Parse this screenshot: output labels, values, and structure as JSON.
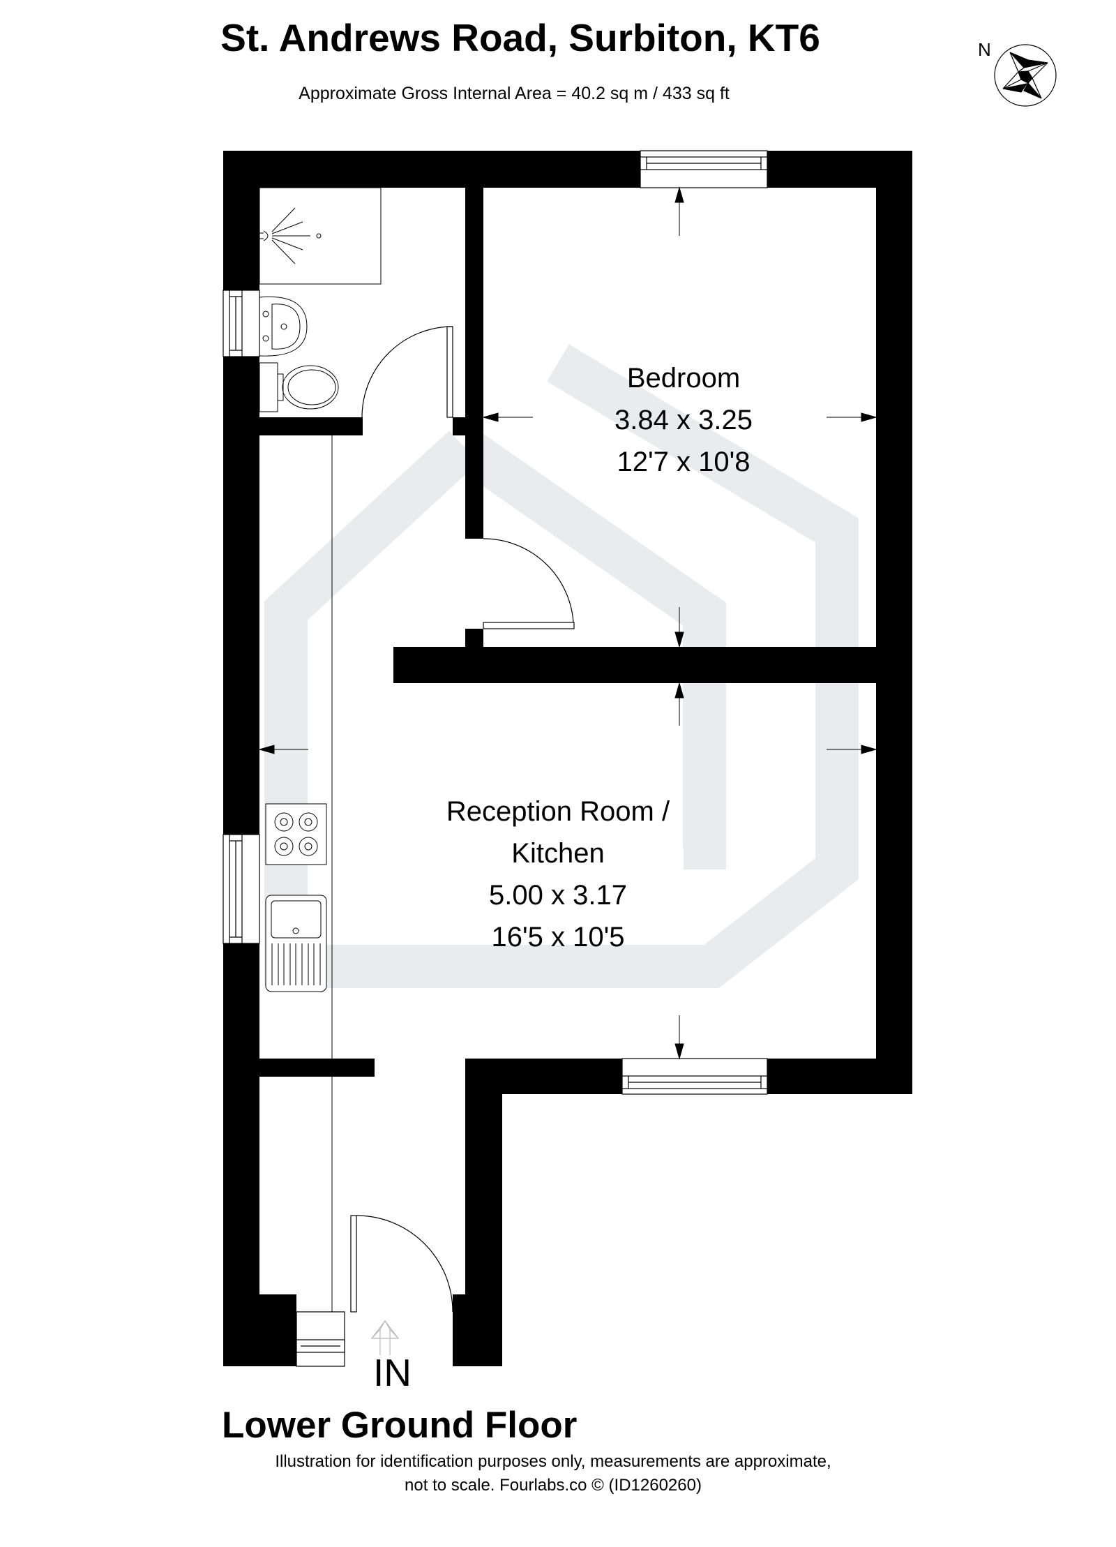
{
  "header": {
    "title": "St. Andrews Road, Surbiton, KT6",
    "subtitle": "Approximate Gross Internal Area = 40.2 sq m / 433 sq ft"
  },
  "compass": {
    "label": "N",
    "icon": "compass-rose-icon"
  },
  "rooms": [
    {
      "name": "Bedroom",
      "metric": "3.84 x 3.25",
      "imperial": "12'7 x 10'8"
    },
    {
      "name_line1": "Reception Room /",
      "name_line2": "Kitchen",
      "metric": "5.00 x 3.17",
      "imperial": "16'5 x 10'5"
    }
  ],
  "entrance": {
    "label": "IN",
    "icon": "entrance-arrow-icon"
  },
  "floor": {
    "label": "Lower Ground Floor"
  },
  "footer": {
    "line1": "Illustration for identification purposes only, measurements are approximate,",
    "line2": "not to scale. Fourlabs.co © (ID1260260)"
  },
  "colors": {
    "wall": "#000000",
    "watermark": "#e9ebed",
    "background": "#ffffff"
  }
}
